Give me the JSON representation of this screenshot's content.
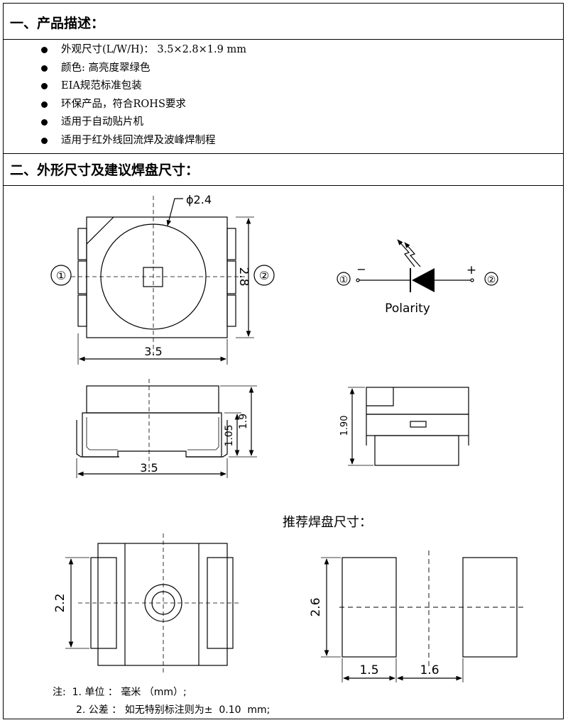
{
  "section1": {
    "title": "一、产品描述："
  },
  "description": [
    "外观尺寸(L/W/H)：  3.5×2.8×1.9 mm",
    "颜色: 高亮度翠绿色",
    "EIA规范标准包装",
    "环保产品，符合ROHS要求",
    "适用于自动贴片机",
    "适用于红外线回流焊及波峰焊制程"
  ],
  "section2": {
    "title": "二、外形尺寸及建议焊盘尺寸："
  },
  "top_view": {
    "lens_dim": "ϕ2.4",
    "height_dim": "2.8",
    "width_dim": "3.5",
    "pin_left": "①",
    "pin_right": "②"
  },
  "polarity": {
    "pin_left": "①",
    "pin_right": "②",
    "minus": "−",
    "plus": "+",
    "label": "Polarity"
  },
  "side_view": {
    "height_total": "1.9",
    "height_body": "1.05",
    "width_dim": "3.5"
  },
  "end_view": {
    "height_dim": "1.90"
  },
  "pad": {
    "title": "推荐焊盘尺寸：",
    "bottom_height": "2.2",
    "pad_height": "2.6",
    "pad_width": "1.5",
    "pad_gap": "1.6"
  },
  "notes": {
    "label": "注:",
    "items": [
      "1. 单位 ： 毫米 （mm）;",
      "2. 公差 ： 如无特别标注则为±  0.10  mm;"
    ]
  }
}
